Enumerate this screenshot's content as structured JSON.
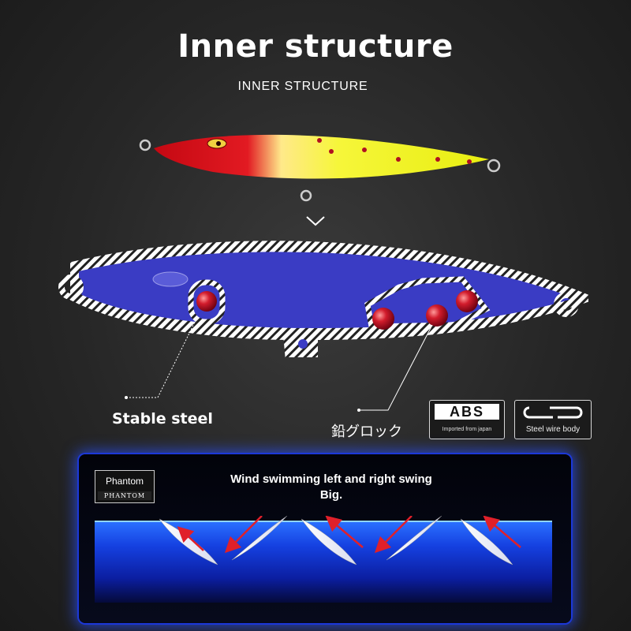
{
  "header": {
    "title": "Inner structure",
    "subtitle": "INNER STRUCTURE"
  },
  "labels": {
    "stable_steel": "Stable steel",
    "lead_block": "鉛グロック"
  },
  "badges": {
    "abs": {
      "title": "ABS",
      "caption": "Imported from japan"
    },
    "steel_wire": {
      "caption": "Steel wire body"
    }
  },
  "swim_panel": {
    "logo_top": "Phantom",
    "logo_bottom": "PHANTOM",
    "description_line1": "Wind swimming left and right swing",
    "description_line2": "Big."
  },
  "colors": {
    "lure_head": "#d8101a",
    "lure_body": "#f4f41a",
    "cutaway_body": "#3c3ec8",
    "weight_ball": "#d21c2c",
    "water": "#1540e0",
    "panel_glow": "#1c38d8",
    "motion_arrow": "#e0202a"
  }
}
